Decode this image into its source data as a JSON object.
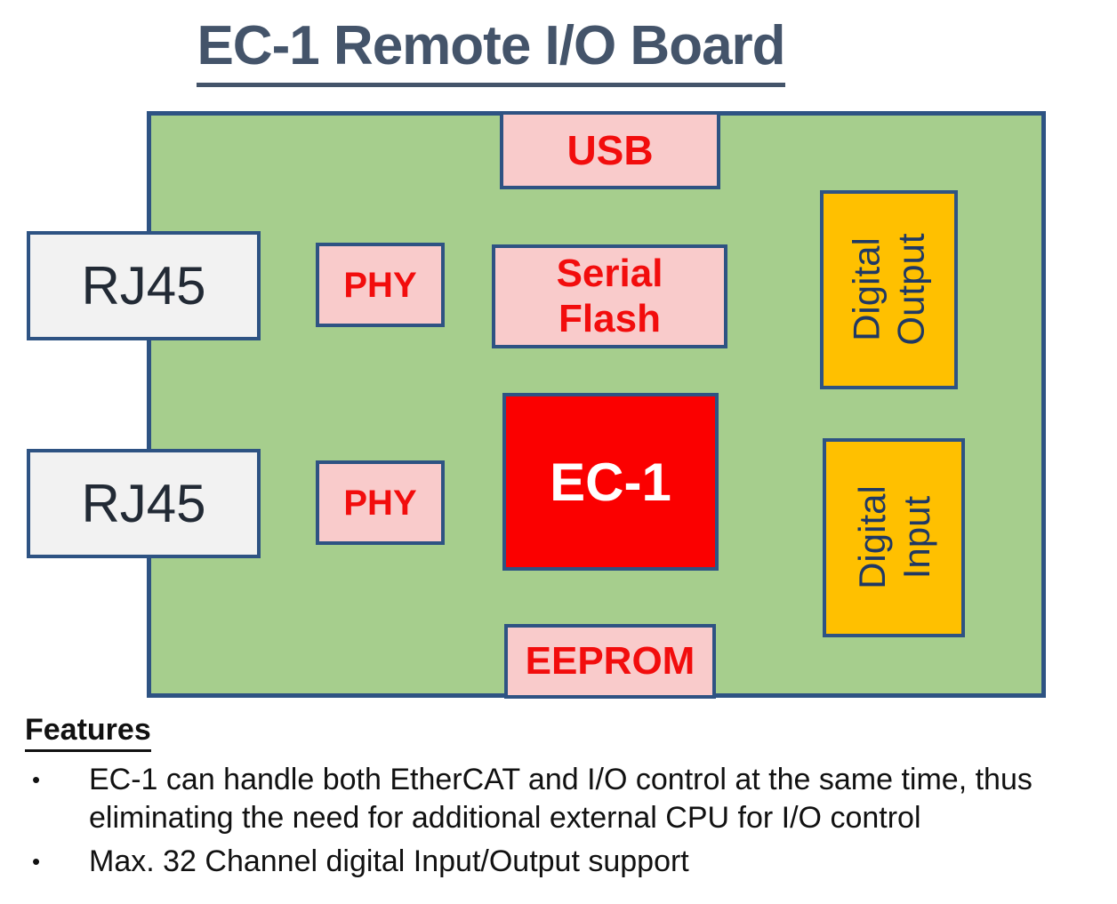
{
  "title": "EC-1 Remote I/O Board",
  "board": {
    "usb": "USB",
    "rj45_top": "RJ45",
    "rj45_bottom": "RJ45",
    "phy_top": "PHY",
    "phy_bottom": "PHY",
    "serial_flash": {
      "line1": "Serial",
      "line2": "Flash"
    },
    "ec1": "EC-1",
    "eeprom": "EEPROM",
    "digital_output": {
      "line1": "Digital",
      "line2": "Output"
    },
    "digital_input": {
      "line1": "Digital",
      "line2": "Input"
    }
  },
  "features": {
    "heading": "Features",
    "bullet": "•",
    "items": [
      "EC-1 can handle both EtherCAT and I/O control at the same time, thus eliminating the need for additional external CPU for I/O control",
      "Max. 32 Channel digital Input/Output support"
    ]
  },
  "colors": {
    "title_text": "#44546A",
    "board_fill": "#A6CE8D",
    "board_border": "#2E5383",
    "block_border": "#2E5383",
    "pink_fill": "#F9CBCB",
    "red_text": "#F20D0D",
    "gray_fill": "#F2F2F2",
    "dark_text": "#222A35",
    "orange_fill": "#FFC000",
    "orange_text": "#1F3864",
    "ec1_fill": "#FB0000",
    "ec1_text": "#FFFFFF",
    "body_text": "#111111"
  }
}
